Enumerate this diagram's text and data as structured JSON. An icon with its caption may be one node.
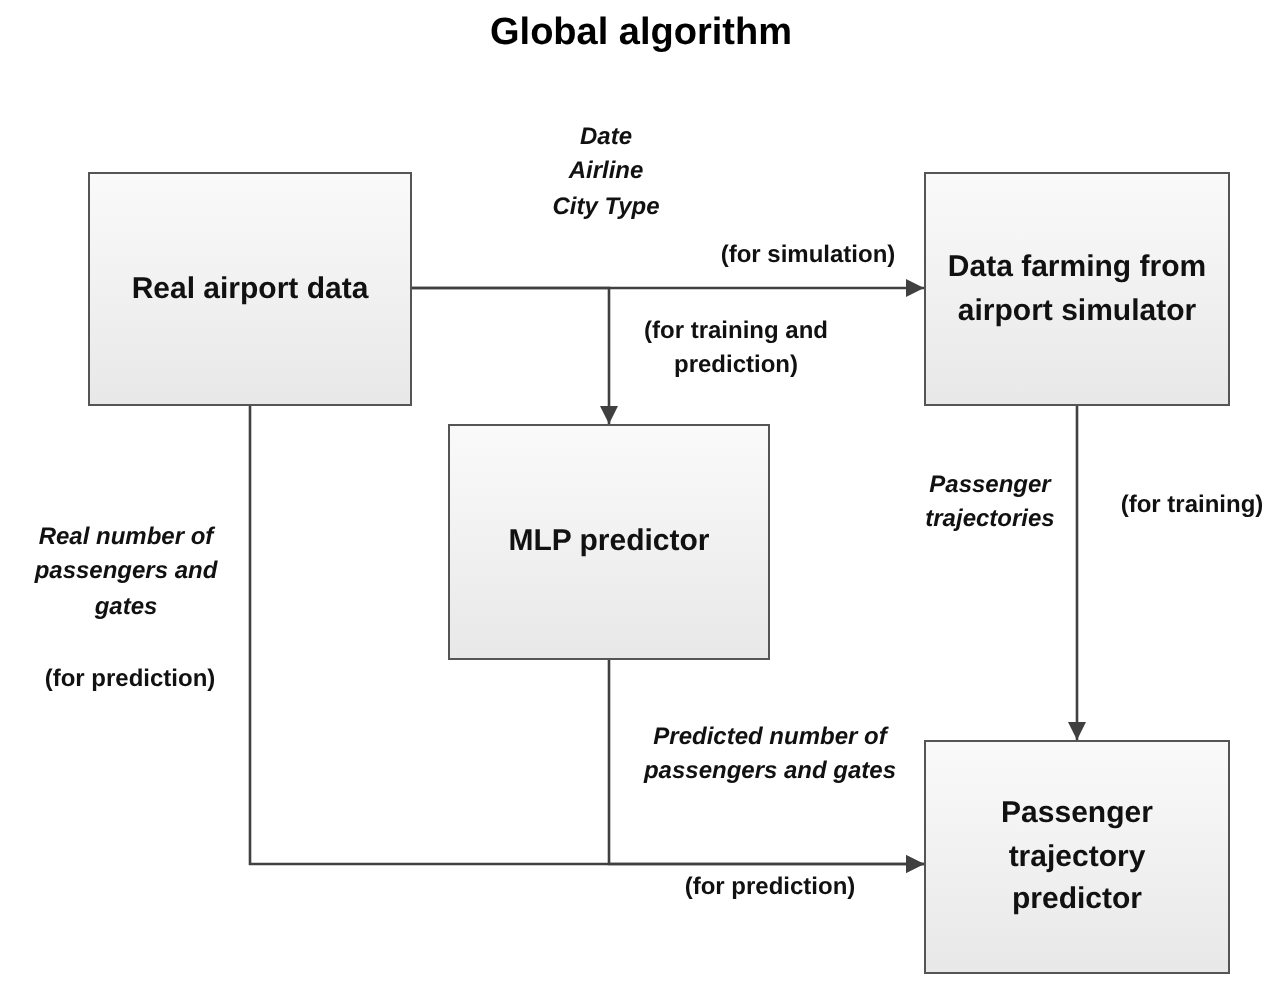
{
  "diagram": {
    "title": "Global algorithm",
    "nodes": [
      {
        "text": [
          "Real airport data"
        ]
      },
      {
        "text": [
          "Data farming from airport simulator"
        ]
      },
      {
        "text": [
          "MLP predictor"
        ]
      },
      {
        "text": [
          "Passenger trajectory predictor"
        ]
      }
    ],
    "edges": [
      {
        "from": 0,
        "to": 1,
        "arrow": "to",
        "label": "Date Airline City Type"
      },
      {
        "from": 0,
        "to": 2,
        "arrow": "to"
      },
      {
        "from": 1,
        "to": 3,
        "arrow": "to",
        "label": "Passenger trajectories"
      },
      {
        "from": 0,
        "to": 3,
        "arrow": "to",
        "label": "Real number of passengers and gates"
      },
      {
        "from": 2,
        "to": 3,
        "arrow": "to",
        "label": "Predicted number of passengers and gates"
      }
    ],
    "labels": [
      "(for simulation)",
      "(for training and prediction)",
      "(for training)",
      "(for prediction)",
      "(for prediction)"
    ]
  }
}
